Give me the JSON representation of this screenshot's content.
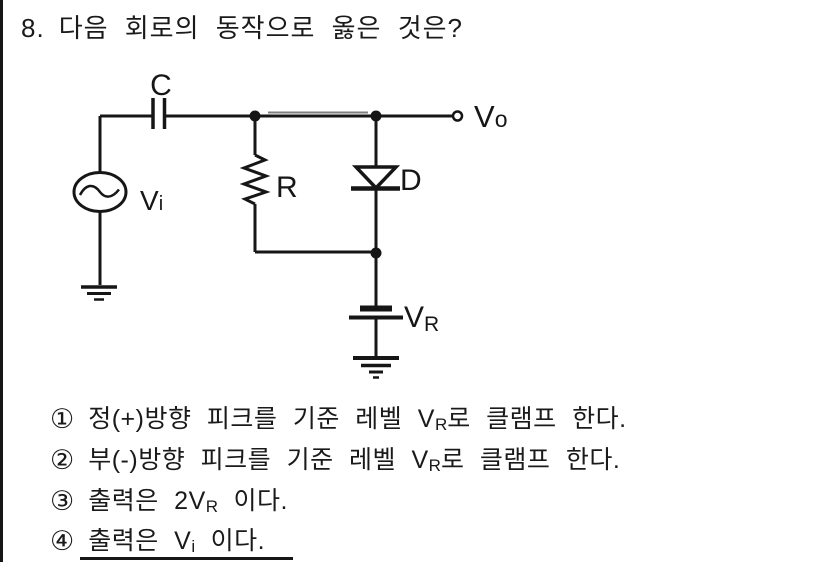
{
  "page": {
    "background": "#ffffff",
    "ink": "#1a1a1a"
  },
  "question": {
    "number": "8.",
    "text": "다음 회로의 동작으로 옳은 것은?"
  },
  "circuit": {
    "labels": {
      "capacitor": "C",
      "source_main": "V",
      "source_sub": "i",
      "resistor": "R",
      "diode": "D",
      "output_main": "V",
      "output_sub": "o",
      "reference_main": "V",
      "reference_sub": "R"
    }
  },
  "choices": [
    {
      "num": "①",
      "pre": "정(+)방향 피크를 기준 레벨 V",
      "sub": "R",
      "post": "로 클램프 한다."
    },
    {
      "num": "②",
      "pre": "부(-)방향 피크를 기준 레벨 V",
      "sub": "R",
      "post": "로 클램프 한다."
    },
    {
      "num": "③",
      "pre": "출력은 2V",
      "sub": "R",
      "post": " 이다."
    },
    {
      "num": "④",
      "pre": "출력은 V",
      "sub": "i",
      "post": " 이다."
    }
  ]
}
